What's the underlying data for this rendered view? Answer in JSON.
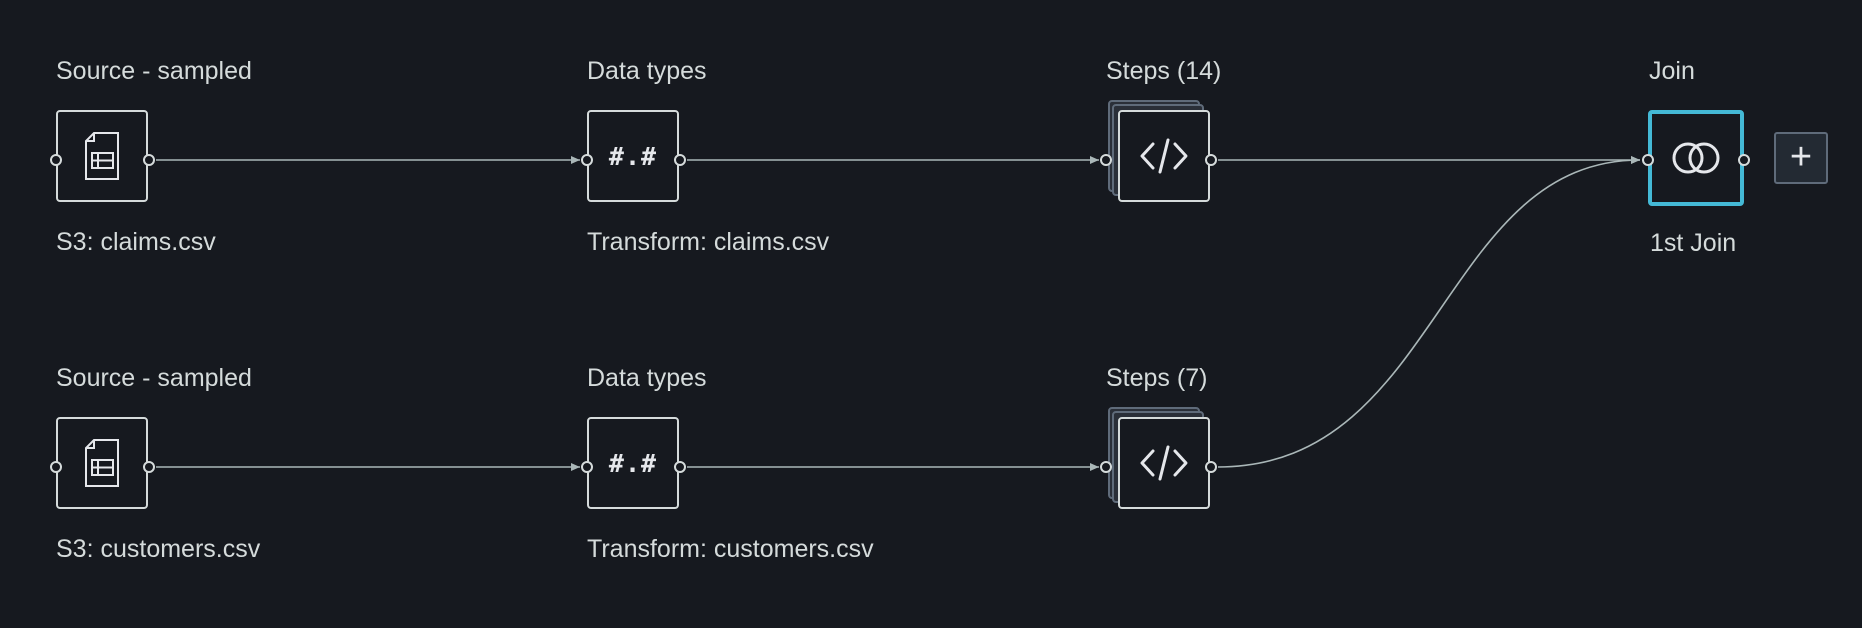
{
  "rows": [
    {
      "source": {
        "title": "Source - sampled",
        "caption": "S3: claims.csv",
        "icon": "csv-file-icon"
      },
      "datatypes": {
        "title": "Data types",
        "glyph": "#.#",
        "caption": "Transform: claims.csv",
        "icon": "data-types-icon"
      },
      "steps": {
        "title": "Steps (14)",
        "icon": "code-icon"
      }
    },
    {
      "source": {
        "title": "Source - sampled",
        "caption": "S3: customers.csv",
        "icon": "csv-file-icon"
      },
      "datatypes": {
        "title": "Data types",
        "glyph": "#.#",
        "caption": "Transform: customers.csv",
        "icon": "data-types-icon"
      },
      "steps": {
        "title": "Steps (7)",
        "icon": "code-icon"
      }
    }
  ],
  "join": {
    "title": "Join",
    "caption": "1st Join",
    "icon": "join-icon",
    "selected": true
  },
  "add_button": {
    "label": "+",
    "icon": "plus-icon"
  },
  "colors": {
    "background": "#16191f",
    "node_border": "#d5dbdb",
    "selected_border": "#44b9d6",
    "edge": "#aab7b8"
  }
}
